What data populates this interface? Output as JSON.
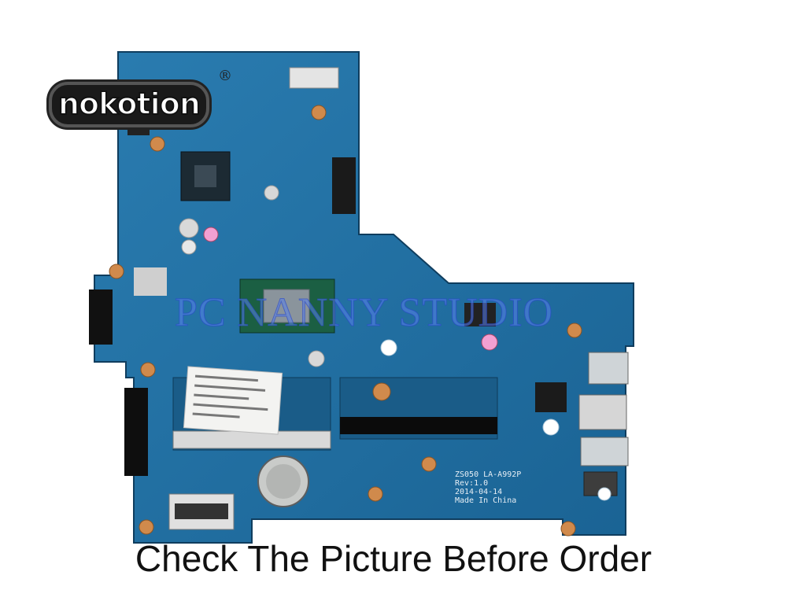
{
  "brand": {
    "logo_text": "nokotion",
    "registered_mark": "®"
  },
  "watermark": {
    "text": "PC NANNY STUDIO"
  },
  "board": {
    "silkscreen": {
      "model": "ZS050 LA-A992P",
      "revision": "Rev:1.0",
      "date": "2014-04-14",
      "origin": "Made In China"
    },
    "pcb_color": "#1f6d9e",
    "pcb_color_dark": "#185a85"
  },
  "caption": {
    "text": "Check The Picture Before Order"
  }
}
